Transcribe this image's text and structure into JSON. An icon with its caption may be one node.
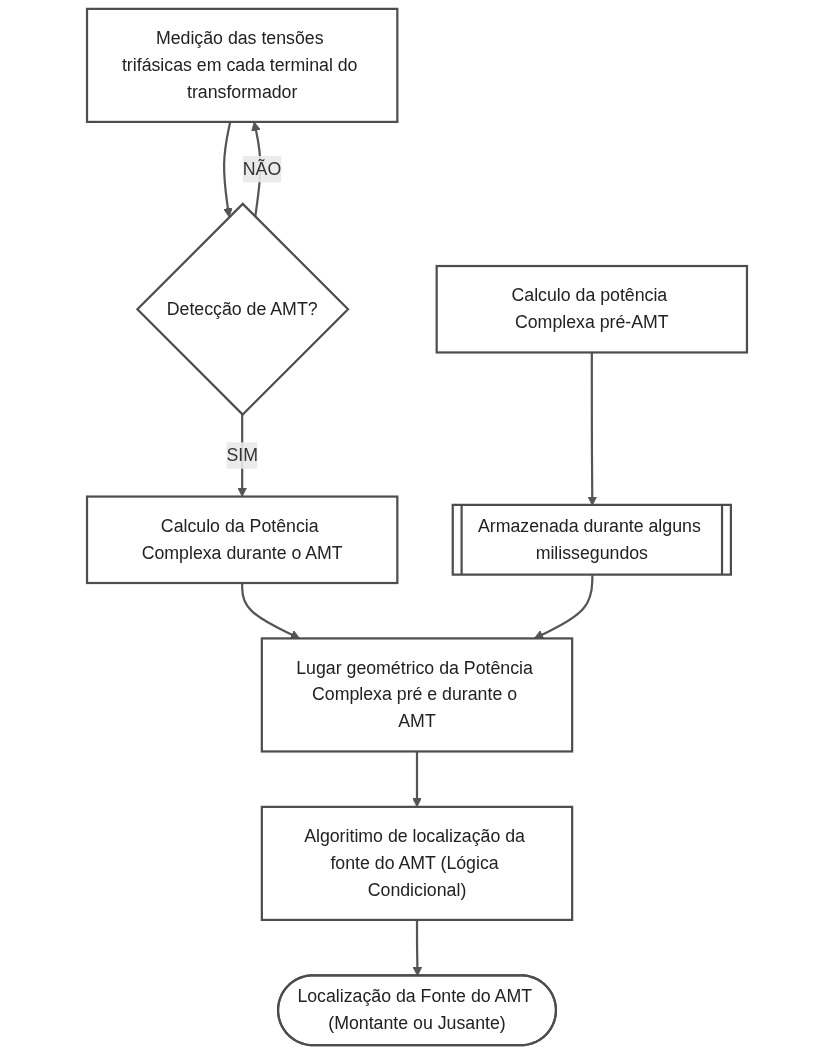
{
  "diagram": {
    "nodes": [
      {
        "text": [
          "Medição das tensões trifásicas em cada terminal do transformador"
        ]
      },
      {
        "text": [
          "Detecção de AMT?"
        ]
      },
      {
        "text": [
          "Calculo da potência Complexa pré-AMT"
        ]
      },
      {
        "text": [
          "Calculo da Potência Complexa durante o AMT"
        ]
      },
      {
        "text": [
          "Armazenada durante alguns milissegundos"
        ]
      },
      {
        "text": [
          "Lugar geométrico da Potência Complexa pré e durante o AMT"
        ]
      },
      {
        "text": [
          "Algoritimo de localização da fonte do AMT (Lógica Condicional)"
        ]
      },
      {
        "text": [
          "Localização da Fonte do AMT (Montante ou Jusante)"
        ]
      }
    ],
    "edges": [
      {
        "from": 0,
        "to": 1,
        "arrow": "to"
      },
      {
        "from": 1,
        "to": 0,
        "arrow": "to",
        "label": "NÃO"
      },
      {
        "from": 1,
        "to": 3,
        "arrow": "to",
        "label": "SIM"
      },
      {
        "from": 2,
        "to": 4,
        "arrow": "to"
      },
      {
        "from": 3,
        "to": 5,
        "arrow": "to"
      },
      {
        "from": 4,
        "to": 5,
        "arrow": "to"
      },
      {
        "from": 5,
        "to": 6,
        "arrow": "to"
      },
      {
        "from": 6,
        "to": 7,
        "arrow": "to"
      }
    ]
  }
}
